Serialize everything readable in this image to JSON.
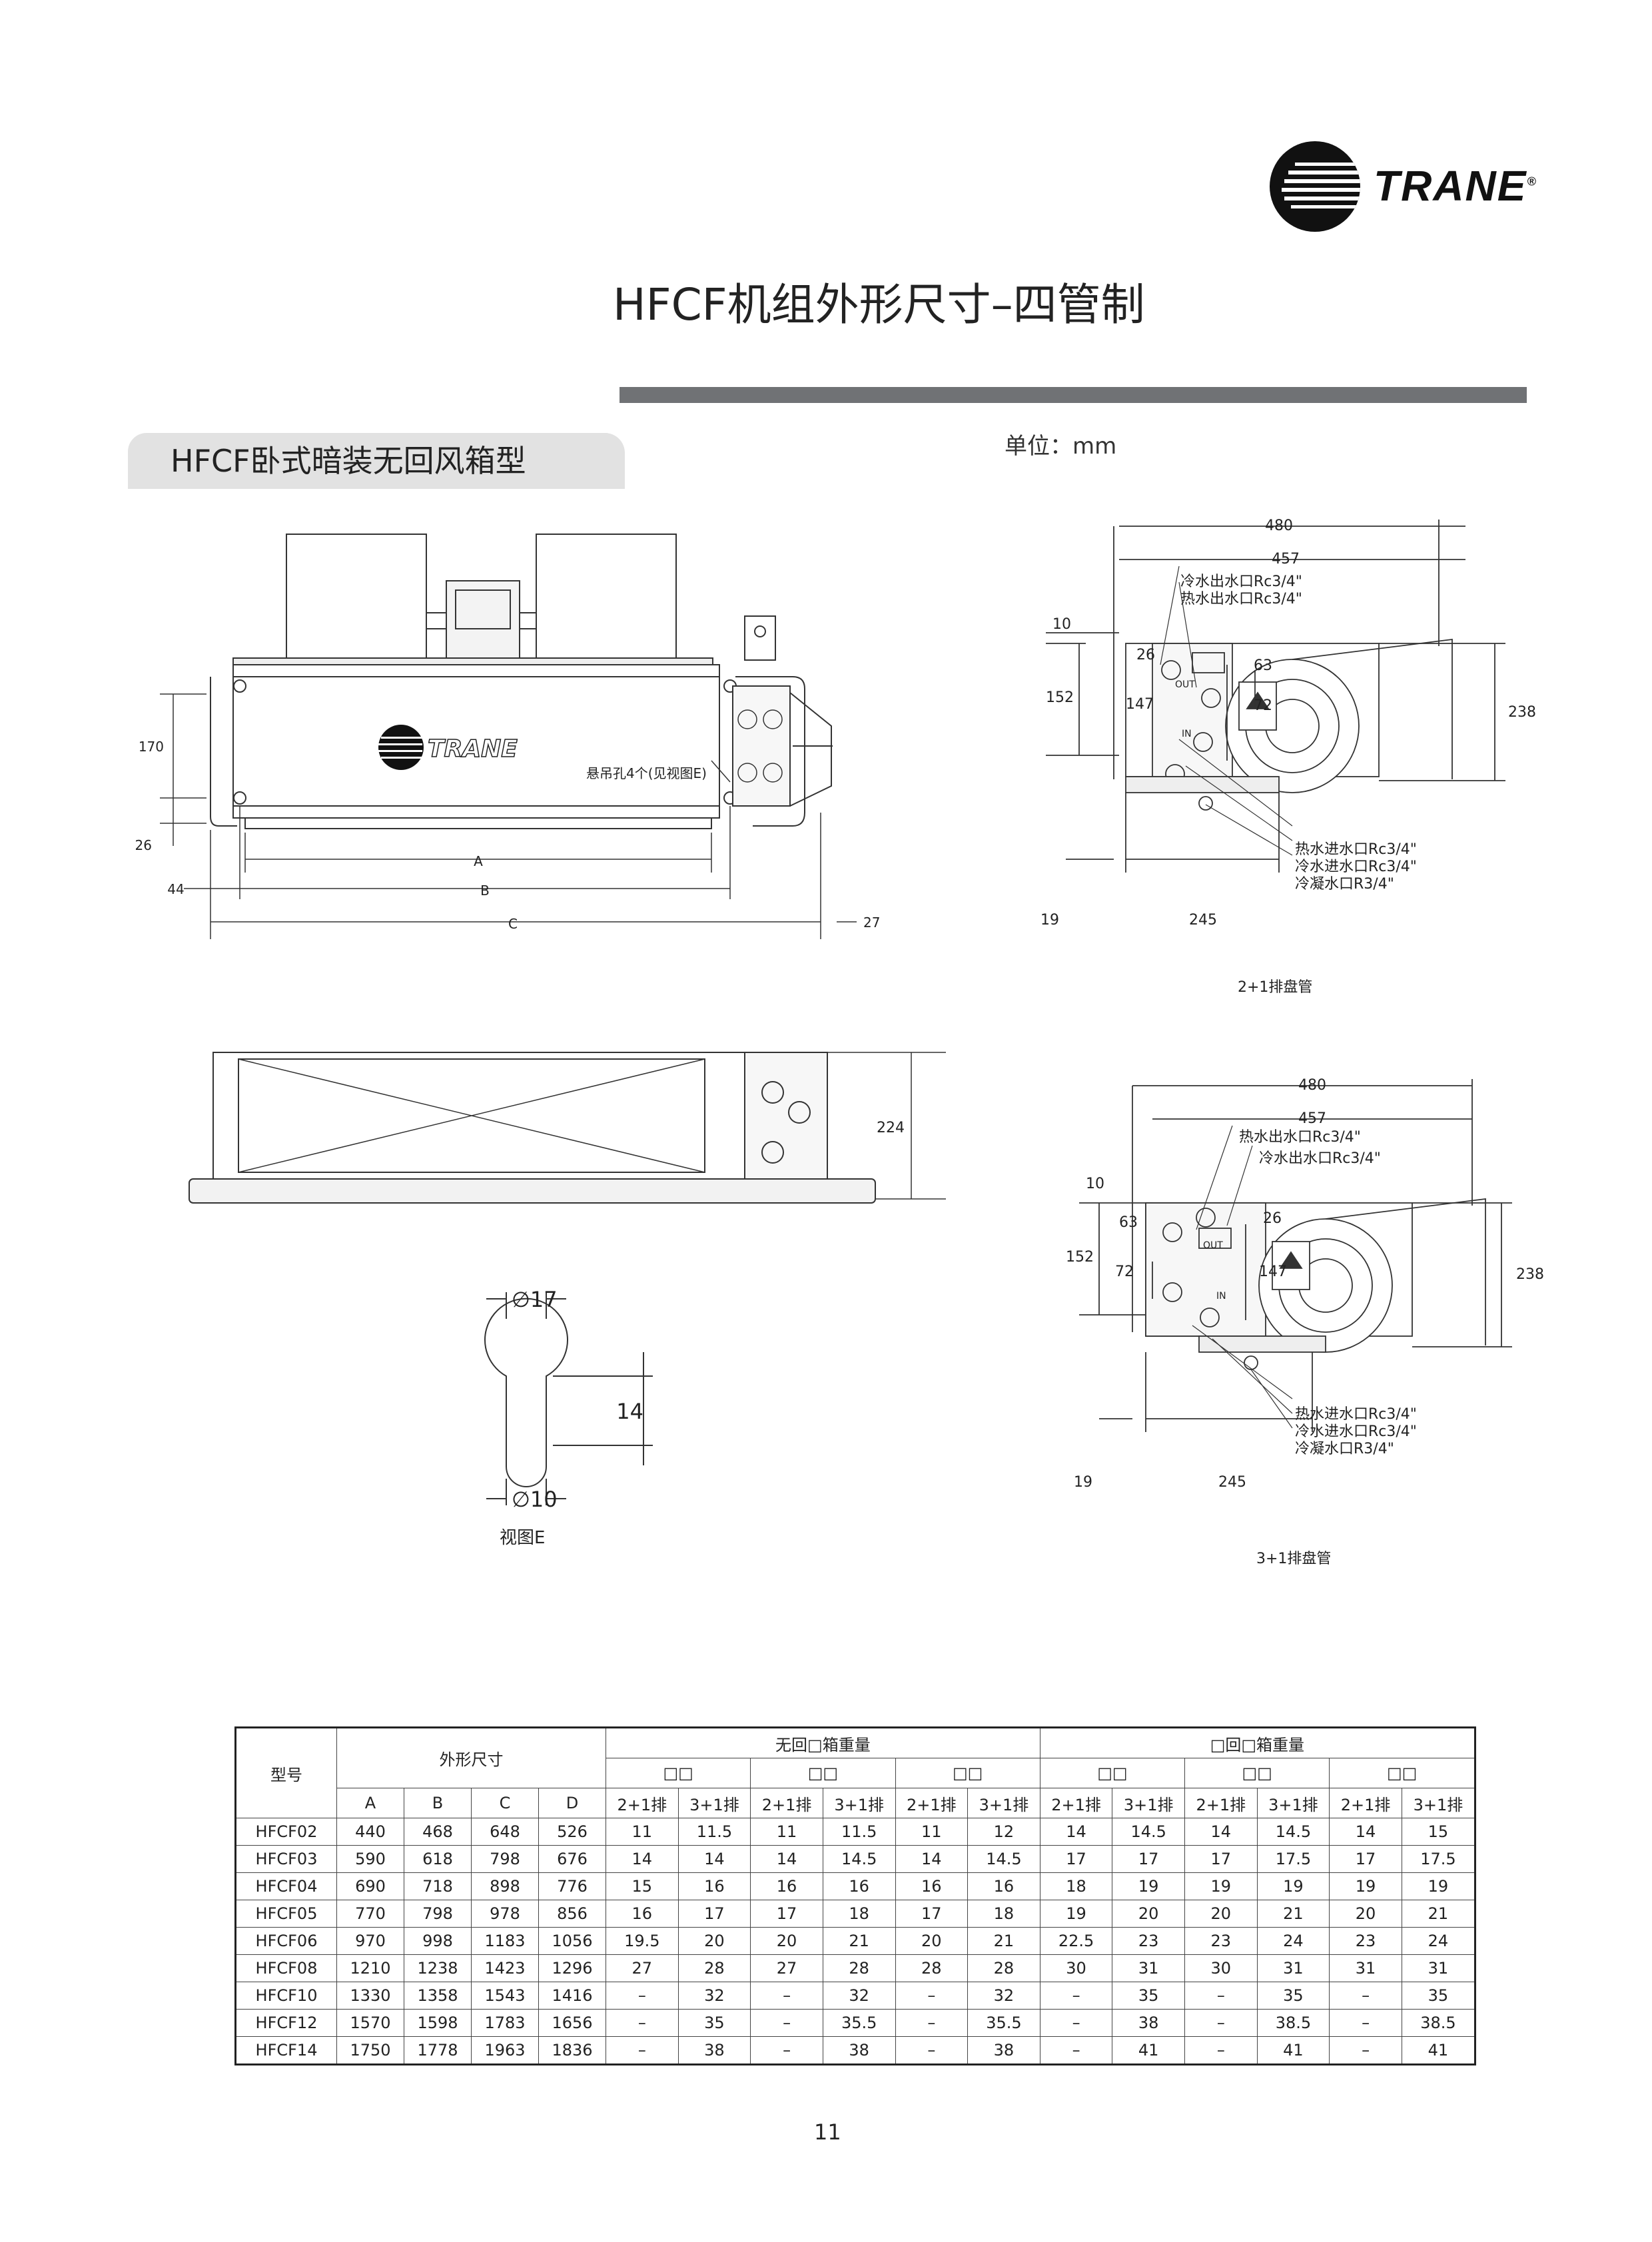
{
  "brand": {
    "name": "TRANE",
    "registered": "®"
  },
  "page_title": "HFCF机组外形尺寸–四管制",
  "section_tab": "HFCF卧式暗装无回风箱型",
  "unit_label": "单位：mm",
  "front_view": {
    "unit_logo": "TRANE",
    "hanger_note": "悬吊孔4个(见视图E)",
    "dims": {
      "d170": "170",
      "d26": "26",
      "d44": "44",
      "d27": "27",
      "A": "A",
      "B": "B",
      "C": "C"
    }
  },
  "bottom_view": {
    "d224": "224"
  },
  "view_e": {
    "d17": "∅17",
    "d14": "14",
    "d10": "∅10",
    "caption": "视图E"
  },
  "side_2plus1": {
    "d480": "480",
    "d457": "457",
    "d10": "10",
    "d152": "152",
    "d147": "147",
    "d26": "26",
    "d63": "63",
    "d72": "72",
    "d238": "238",
    "d19": "19",
    "d245": "245",
    "out_label": "OUT",
    "in_label": "IN",
    "top_callouts": [
      "冷水出水口Rc3/4\"",
      "热水出水口Rc3/4\""
    ],
    "bottom_callouts": [
      "热水进水口Rc3/4\"",
      "冷水进水口Rc3/4\"",
      "冷凝水口R3/4\""
    ],
    "caption": "2+1排盘管"
  },
  "side_3plus1": {
    "d480": "480",
    "d457": "457",
    "d10": "10",
    "d63": "63",
    "d26": "26",
    "d152": "152",
    "d72": "72",
    "d147": "147",
    "d238": "238",
    "d19": "19",
    "d245": "245",
    "out_label": "OUT",
    "in_label": "IN",
    "top_callouts": [
      "热水出水口Rc3/4\"",
      "冷水出水口Rc3/4\""
    ],
    "bottom_callouts": [
      "热水进水口Rc3/4\"",
      "冷水进水口Rc3/4\"",
      "冷凝水口R3/4\""
    ],
    "caption": "3+1排盘管"
  },
  "table": {
    "h_model": "型号",
    "h_dims": "外形尺寸",
    "h_no_return": "无回□箱重量",
    "h_return": "□回□箱重量",
    "sub_groups": [
      "□□",
      "□□",
      "□□",
      "□□",
      "□□",
      "□□"
    ],
    "dim_cols": [
      "A",
      "B",
      "C",
      "D"
    ],
    "row_cols": [
      "2+1排",
      "3+1排",
      "2+1排",
      "3+1排",
      "2+1排",
      "3+1排",
      "2+1排",
      "3+1排",
      "2+1排",
      "3+1排",
      "2+1排",
      "3+1排"
    ],
    "rows": [
      [
        "HFCF02",
        "440",
        "468",
        "648",
        "526",
        "11",
        "11.5",
        "11",
        "11.5",
        "11",
        "12",
        "14",
        "14.5",
        "14",
        "14.5",
        "14",
        "15"
      ],
      [
        "HFCF03",
        "590",
        "618",
        "798",
        "676",
        "14",
        "14",
        "14",
        "14.5",
        "14",
        "14.5",
        "17",
        "17",
        "17",
        "17.5",
        "17",
        "17.5"
      ],
      [
        "HFCF04",
        "690",
        "718",
        "898",
        "776",
        "15",
        "16",
        "16",
        "16",
        "16",
        "16",
        "18",
        "19",
        "19",
        "19",
        "19",
        "19"
      ],
      [
        "HFCF05",
        "770",
        "798",
        "978",
        "856",
        "16",
        "17",
        "17",
        "18",
        "17",
        "18",
        "19",
        "20",
        "20",
        "21",
        "20",
        "21"
      ],
      [
        "HFCF06",
        "970",
        "998",
        "1183",
        "1056",
        "19.5",
        "20",
        "20",
        "21",
        "20",
        "21",
        "22.5",
        "23",
        "23",
        "24",
        "23",
        "24"
      ],
      [
        "HFCF08",
        "1210",
        "1238",
        "1423",
        "1296",
        "27",
        "28",
        "27",
        "28",
        "28",
        "28",
        "30",
        "31",
        "30",
        "31",
        "31",
        "31"
      ],
      [
        "HFCF10",
        "1330",
        "1358",
        "1543",
        "1416",
        "–",
        "32",
        "–",
        "32",
        "–",
        "32",
        "–",
        "35",
        "–",
        "35",
        "–",
        "35"
      ],
      [
        "HFCF12",
        "1570",
        "1598",
        "1783",
        "1656",
        "–",
        "35",
        "–",
        "35.5",
        "–",
        "35.5",
        "–",
        "38",
        "–",
        "38.5",
        "–",
        "38.5"
      ],
      [
        "HFCF14",
        "1750",
        "1778",
        "1963",
        "1836",
        "–",
        "38",
        "–",
        "38",
        "–",
        "38",
        "–",
        "41",
        "–",
        "41",
        "–",
        "41"
      ]
    ]
  },
  "page_number": "11"
}
